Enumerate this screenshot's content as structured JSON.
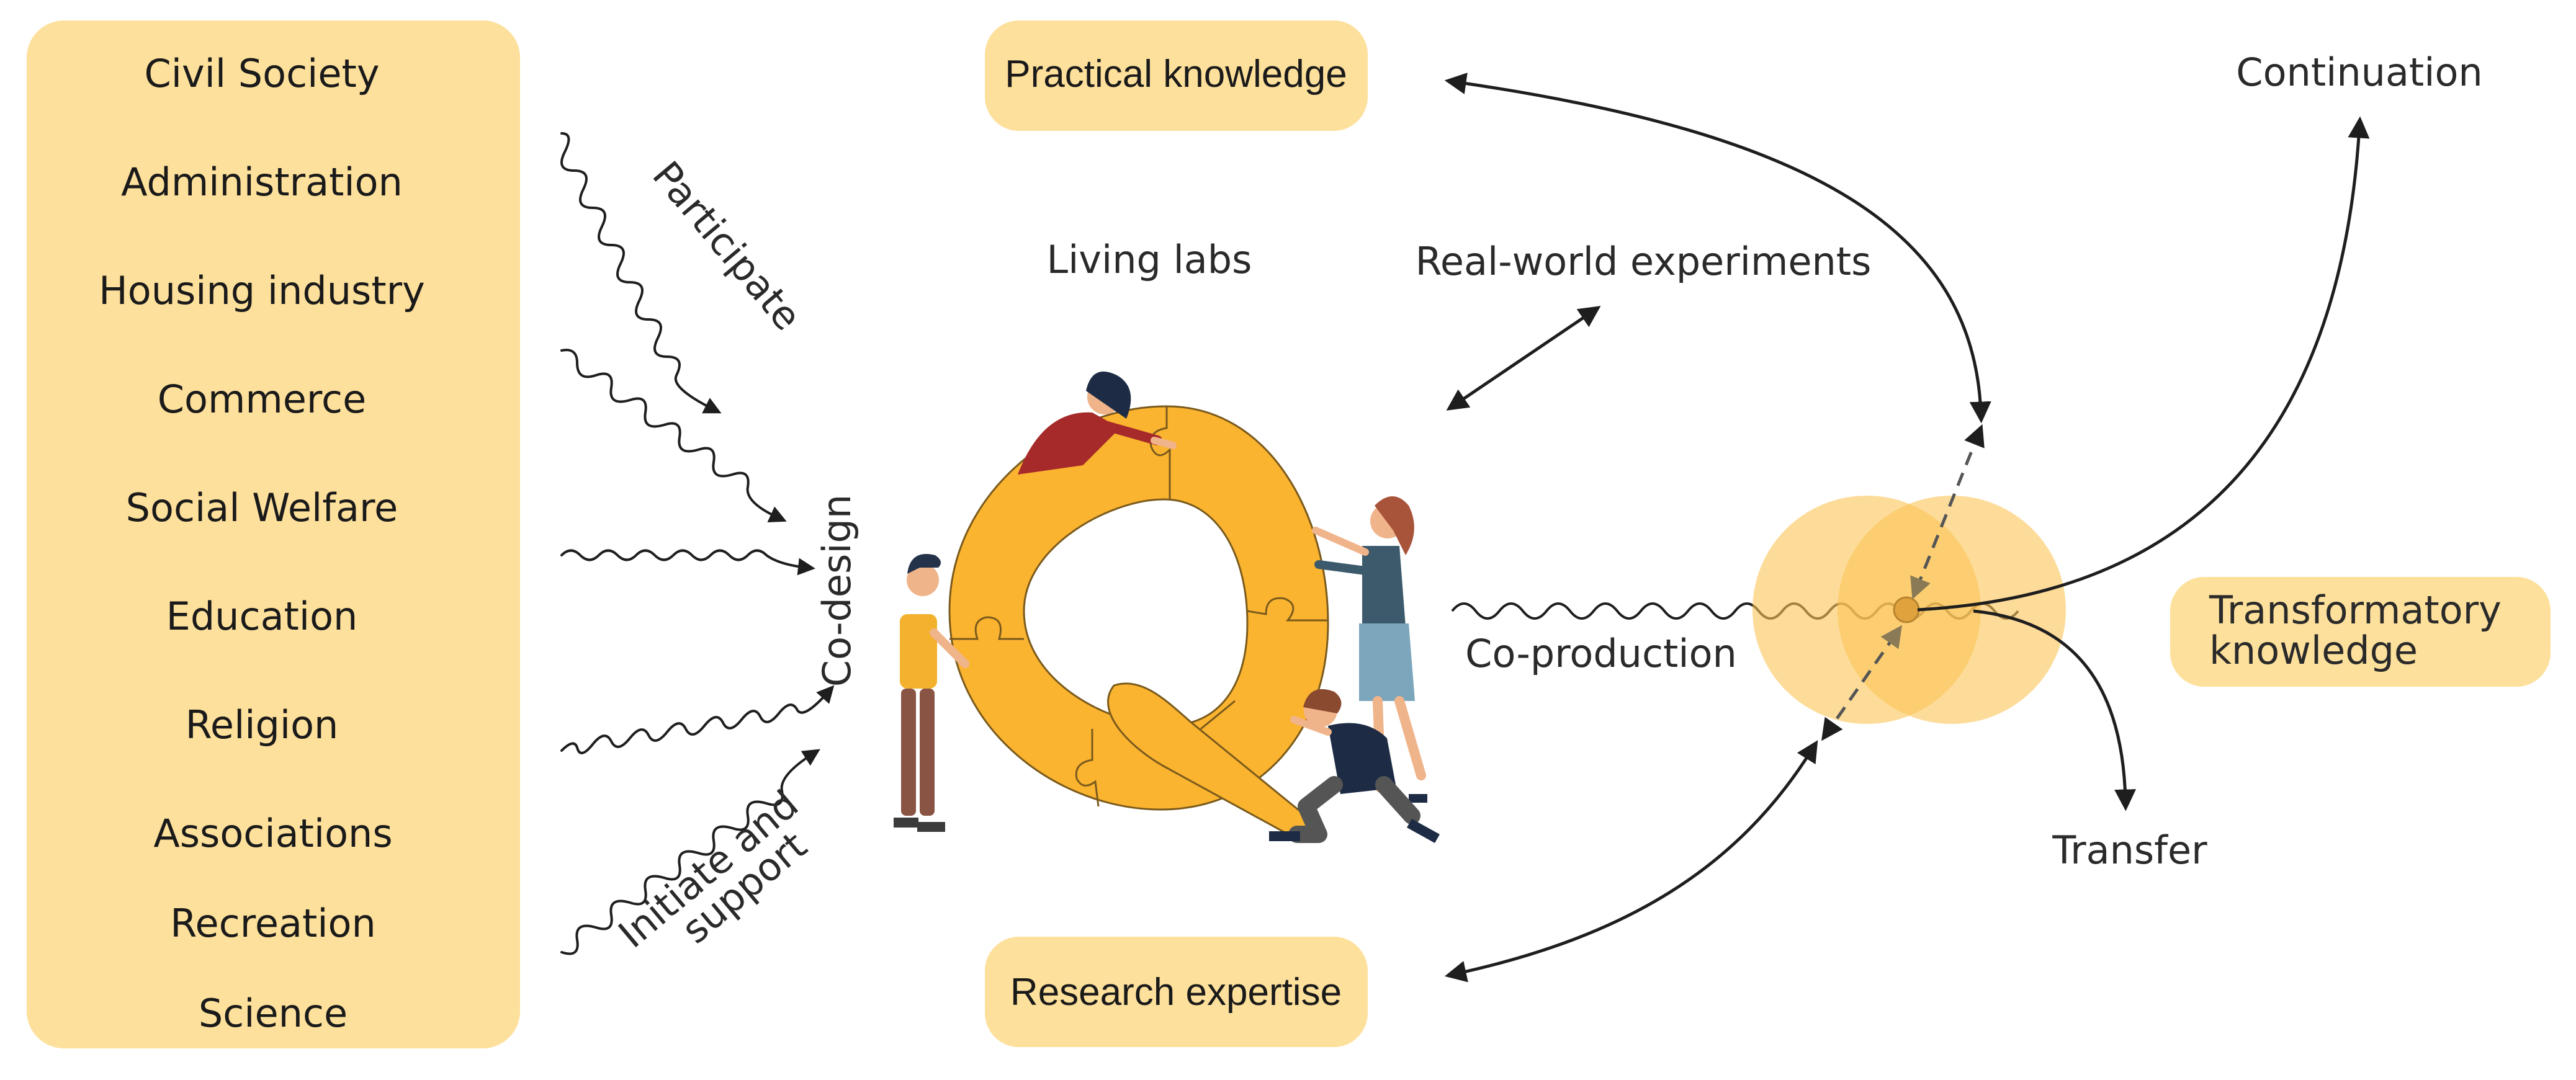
{
  "stakeholders": [
    "Civil Society",
    "Administration",
    "Housing industry",
    "Commerce",
    "Social Welfare",
    "Education",
    "Religion",
    "Associations",
    "Recreation",
    "Science"
  ],
  "labels": {
    "practical_knowledge": "Practical knowledge",
    "research_expertise": "Research expertise",
    "living_labs": "Living labs",
    "real_world_experiments": "Real-world experiments",
    "participate": "Participate",
    "co_design": "Co-design",
    "initiate_and_support_line1": "Initiate and",
    "initiate_and_support_line2": "support",
    "co_production": "Co-production",
    "continuation": "Continuation",
    "transfer": "Transfer",
    "transformatory_knowledge_line1": "Transformatory",
    "transformatory_knowledge_line2": "knowledge"
  },
  "colors": {
    "panel_fill": "#fde09b",
    "puzzle_fill": "#fbb430",
    "circle_fill": "#fcc457",
    "arrow_stroke": "#1e1e1e",
    "text": "#1a1a1a"
  },
  "icons": {
    "center_graphic": "q-puzzle-with-people-icon"
  }
}
